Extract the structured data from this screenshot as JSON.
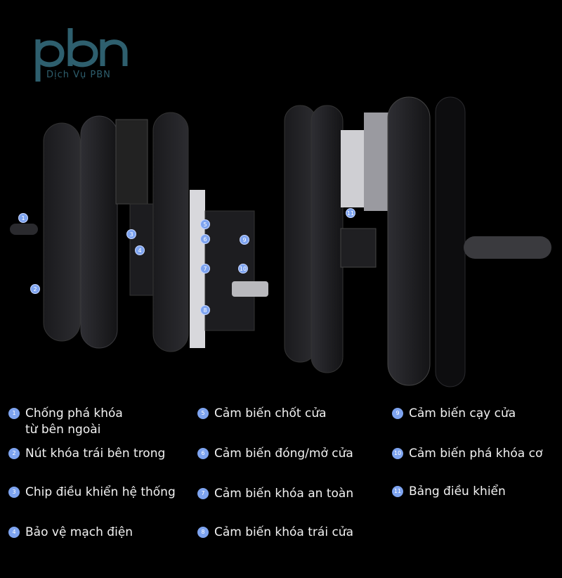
{
  "logo": {
    "text": "pbn",
    "subtitle": "Dịch Vụ PBN",
    "color": "#2e5f6e"
  },
  "marker_color": "#7ea4f0",
  "legend": [
    {
      "num": "1",
      "label": "Chống phá khóa",
      "label2": "từ bên ngoài"
    },
    {
      "num": "2",
      "label": "Nút khóa trái bên trong"
    },
    {
      "num": "3",
      "label": "Chip điều khiển hệ thống"
    },
    {
      "num": "4",
      "label": "Bảo vệ mạch điện"
    },
    {
      "num": "5",
      "label": "Cảm biến chốt cửa"
    },
    {
      "num": "6",
      "label": "Cảm biến đóng/mở cửa"
    },
    {
      "num": "7",
      "label": "Cảm biến khóa an toàn"
    },
    {
      "num": "8",
      "label": "Cảm biến khóa trái cửa"
    },
    {
      "num": "9",
      "label": "Cảm biến cạy cửa"
    },
    {
      "num": "10",
      "label": "Cảm biến phá khóa cơ"
    },
    {
      "num": "11",
      "label": "Bảng điều khiển"
    }
  ]
}
